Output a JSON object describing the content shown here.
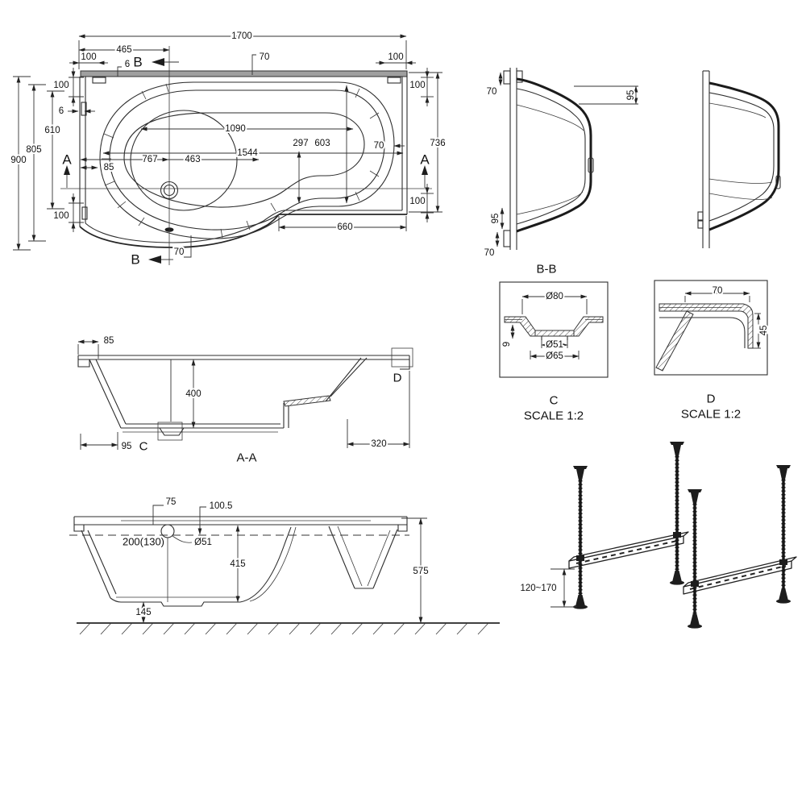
{
  "drawing": {
    "plan": {
      "t1700": "1700",
      "t465": "465",
      "t100tl": "100",
      "t6top": "6",
      "tBtop": "B",
      "t70top": "70",
      "t100tr": "100",
      "t100l": "100",
      "t6l": "6",
      "t610": "610",
      "t805": "805",
      "t900": "900",
      "tAleft": "A",
      "t85": "85",
      "t767": "767",
      "t463": "463",
      "t1090": "1090",
      "t297": "297",
      "t603": "603",
      "t1544": "1544",
      "t70r": "70",
      "t736": "736",
      "t100rt": "100",
      "t100rb": "100",
      "tAright": "A",
      "t100bl": "100",
      "t660": "660",
      "tBbot": "B",
      "t70bot": "70"
    },
    "bb": {
      "t70top": "70",
      "t95top": "95",
      "t95bot": "95",
      "t70bot": "70",
      "label": "B-B"
    },
    "c": {
      "d80": "Ø80",
      "d51": "Ø51",
      "d65": "Ø65",
      "t9": "9",
      "label": "C",
      "scale": "SCALE 1:2"
    },
    "d": {
      "t70": "70",
      "t45": "45",
      "label": "D",
      "scale": "SCALE 1:2"
    },
    "aa": {
      "t85": "85",
      "t400": "400",
      "t95": "95",
      "tC": "C",
      "tD": "D",
      "t320": "320",
      "label": "A-A"
    },
    "elev": {
      "t75": "75",
      "t1005": "100.5",
      "d51": "Ø51",
      "t200": "200(130)",
      "t415": "415",
      "t575": "575",
      "t145": "145"
    },
    "legs": {
      "range": "120~170"
    }
  }
}
